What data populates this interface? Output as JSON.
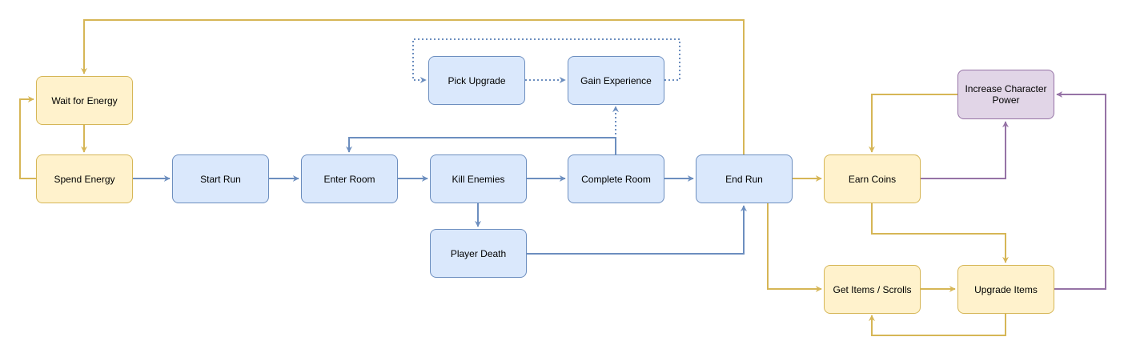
{
  "colors": {
    "yellow_edge": "#d6b656",
    "blue_edge": "#6c8ebf",
    "purple_edge": "#9673a6",
    "yellow_fill": "#fff2cc",
    "blue_fill": "#dae8fc",
    "purple_fill": "#e1d5e7"
  },
  "nodes": {
    "wait_for_energy": {
      "label": "Wait for Energy"
    },
    "spend_energy": {
      "label": "Spend Energy"
    },
    "start_run": {
      "label": "Start Run"
    },
    "enter_room": {
      "label": "Enter Room"
    },
    "kill_enemies": {
      "label": "Kill Enemies"
    },
    "complete_room": {
      "label": "Complete Room"
    },
    "end_run": {
      "label": "End Run"
    },
    "player_death": {
      "label": "Player Death"
    },
    "pick_upgrade": {
      "label": "Pick Upgrade"
    },
    "gain_experience": {
      "label": "Gain Experience"
    },
    "earn_coins": {
      "label": "Earn Coins"
    },
    "increase_character_power": {
      "label": "Increase Character Power"
    },
    "get_items_scrolls": {
      "label": "Get Items / Scrolls"
    },
    "upgrade_items": {
      "label": "Upgrade Items"
    }
  }
}
